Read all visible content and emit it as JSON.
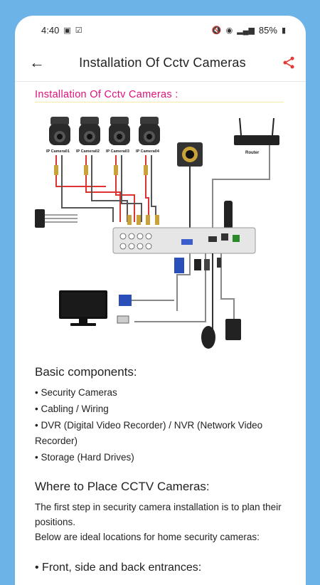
{
  "status": {
    "time": "4:40",
    "battery": "85%"
  },
  "appbar": {
    "title": "Installation Of Cctv Cameras"
  },
  "section_heading": "Installation Of Cctv Cameras :",
  "diagram_labels": {
    "cam1": "IP Camera01",
    "cam2": "IP Camera02",
    "cam3": "IP Camera03",
    "cam4": "IP Camera04",
    "router": "Router"
  },
  "basic_components": {
    "title": "Basic components:",
    "items": [
      "• Security Cameras",
      "• Cabling / Wiring",
      "• DVR (Digital Video Recorder) / NVR (Network Video Recorder)",
      "• Storage (Hard Drives)"
    ]
  },
  "placement": {
    "title": "Where to Place CCTV Cameras:",
    "para1": "The first step in security camera installation is to plan their positions.",
    "para2": "Below are ideal locations for home security cameras:",
    "first_item": "• Front, side and back entrances:"
  },
  "colors": {
    "accent": "#e0107a",
    "share": "#e53935",
    "background": "#6cb4e8"
  }
}
